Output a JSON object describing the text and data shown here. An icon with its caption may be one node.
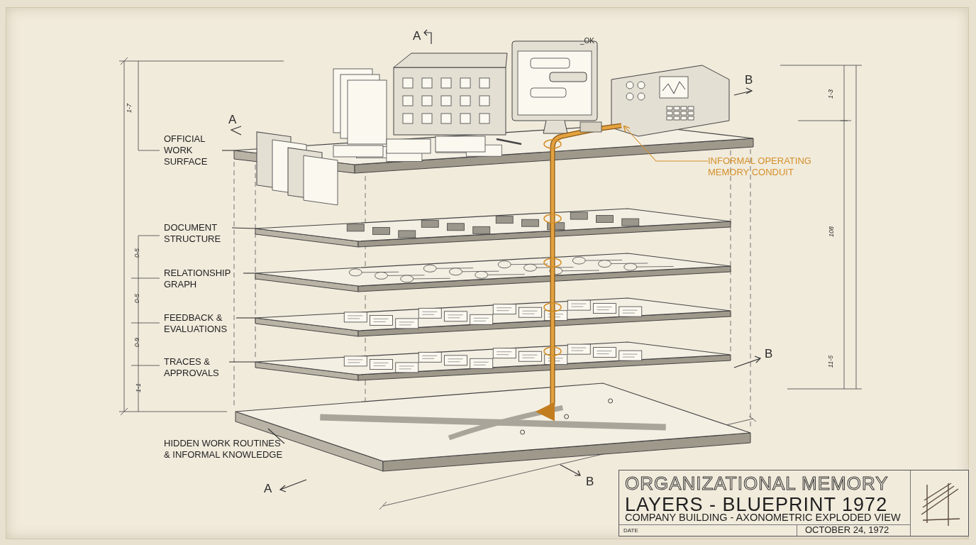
{
  "diagram": {
    "title": "ORGANIZATIONAL MEMORY",
    "nodes": [
      {
        "text": [
          "OFFICIAL WORK SURFACE"
        ]
      },
      {
        "text": [
          "DOCUMENT STRUCTURE"
        ]
      },
      {
        "text": [
          "RELATIONSHIP GRAPH"
        ]
      },
      {
        "text": [
          "FEEDBACK & EVALUATIONS"
        ]
      },
      {
        "text": [
          "TRACES & APPROVALS"
        ]
      },
      {
        "text": [
          "HIDDEN WORK ROUTINES & INFORMAL KNOWLEDGE"
        ]
      },
      {
        "text": [
          "INFORMAL OPERATING MEMORY CONDUIT"
        ]
      },
      {
        "text": [],
        "shape": "box"
      },
      {
        "text": [],
        "shape": "box"
      },
      {
        "text": [],
        "shape": "box"
      },
      {
        "text": [],
        "shape": "box"
      },
      {
        "text": [],
        "shape": "box"
      },
      {
        "text": [],
        "shape": "box"
      },
      {
        "text": [],
        "shape": "picture"
      }
    ],
    "edges": [
      {
        "from": 0,
        "to": 7,
        "arrow": "none"
      },
      {
        "from": 1,
        "to": 8,
        "arrow": "none"
      },
      {
        "from": 2,
        "to": 9,
        "arrow": "none"
      },
      {
        "from": 3,
        "to": 10,
        "arrow": "none"
      },
      {
        "from": 4,
        "to": 11,
        "arrow": "none"
      },
      {
        "from": 5,
        "to": 12,
        "arrow": "none"
      },
      {
        "from": 6,
        "to": 13,
        "arrow": "to",
        "color": "#d4902a"
      }
    ],
    "labels": [
      "A",
      "_OK",
      "A",
      "B",
      "1-7",
      "0-5",
      "0-5",
      "0-9",
      "1-1",
      "1-3",
      "108",
      "11-5",
      "B",
      "A",
      "B",
      "LAYERS - BLUEPRINT 1972",
      "COMPANY BUILDING - AXONOMETRIC EXPLODED VIEW",
      "DATE",
      "OCTOBER 24, 1972"
    ]
  }
}
